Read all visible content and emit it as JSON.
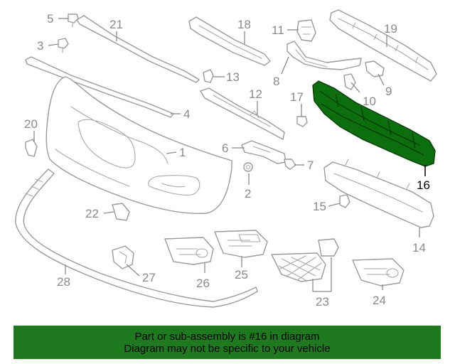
{
  "diagram": {
    "highlighted_part": "16",
    "highlight_color": "#0d6e0d",
    "callouts": [
      {
        "id": "1",
        "label": "1"
      },
      {
        "id": "2",
        "label": "2"
      },
      {
        "id": "3",
        "label": "3"
      },
      {
        "id": "4",
        "label": "4"
      },
      {
        "id": "5",
        "label": "5"
      },
      {
        "id": "6",
        "label": "6"
      },
      {
        "id": "7",
        "label": "7"
      },
      {
        "id": "8",
        "label": "8"
      },
      {
        "id": "9",
        "label": "9"
      },
      {
        "id": "10",
        "label": "10"
      },
      {
        "id": "11",
        "label": "11"
      },
      {
        "id": "12",
        "label": "12"
      },
      {
        "id": "13",
        "label": "13"
      },
      {
        "id": "14",
        "label": "14"
      },
      {
        "id": "15",
        "label": "15"
      },
      {
        "id": "16",
        "label": "16"
      },
      {
        "id": "17",
        "label": "17"
      },
      {
        "id": "18",
        "label": "18"
      },
      {
        "id": "19",
        "label": "19"
      },
      {
        "id": "20",
        "label": "20"
      },
      {
        "id": "21",
        "label": "21"
      },
      {
        "id": "22",
        "label": "22"
      },
      {
        "id": "23",
        "label": "23"
      },
      {
        "id": "24",
        "label": "24"
      },
      {
        "id": "25",
        "label": "25"
      },
      {
        "id": "26",
        "label": "26"
      },
      {
        "id": "27",
        "label": "27"
      },
      {
        "id": "28",
        "label": "28"
      }
    ]
  },
  "banner": {
    "color": "#1f7a1f",
    "line1": "Part or sub-assembly is #16 in diagram",
    "line2": "Diagram may not be specific to your vehicle"
  }
}
